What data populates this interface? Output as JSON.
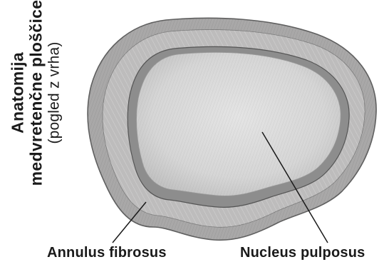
{
  "title": {
    "line1": "Anatomija",
    "line2": "medvretenčne ploščice",
    "line3": "(pogled z vrha)"
  },
  "labels": {
    "annulus": "Annulus fibrosus",
    "nucleus": "Nucleus pulposus"
  },
  "colors": {
    "outer_ring": "#aaa9a9",
    "ring_highlight": "#cfcfcf",
    "inner_rim": "#8e8e8e",
    "nucleus_fill": "#d9d9d9",
    "ink": "#1a1a1a"
  }
}
